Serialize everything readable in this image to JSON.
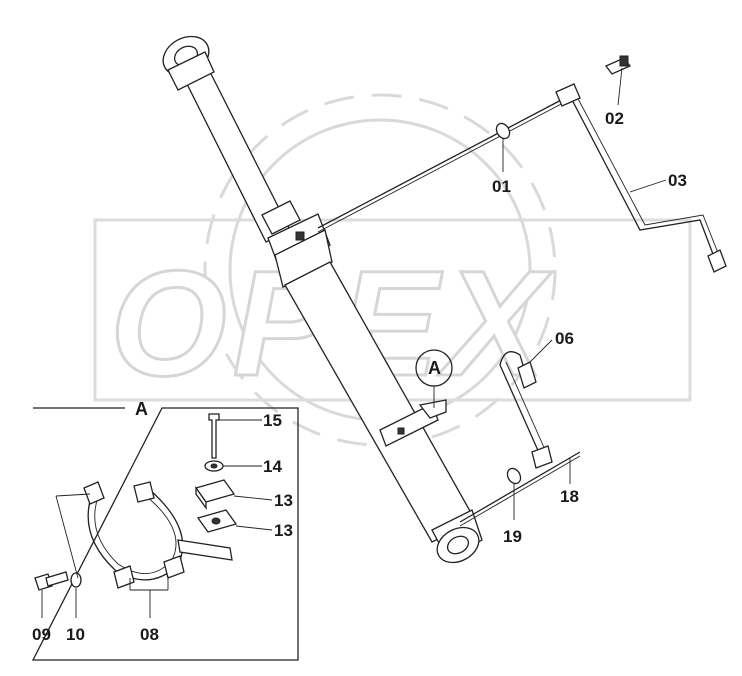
{
  "watermark": {
    "text": "OPEX",
    "color": "#d6d6d6"
  },
  "detail": {
    "title": "A"
  },
  "callout": {
    "text": "A"
  },
  "labels": {
    "p01": "01",
    "p02": "02",
    "p03": "03",
    "p06": "06",
    "p08": "08",
    "p09": "09",
    "p10": "10",
    "p13a": "13",
    "p13b": "13",
    "p14": "14",
    "p15": "15",
    "p18": "18",
    "p19": "19"
  },
  "colors": {
    "line": "#222222",
    "background": "#ffffff"
  }
}
